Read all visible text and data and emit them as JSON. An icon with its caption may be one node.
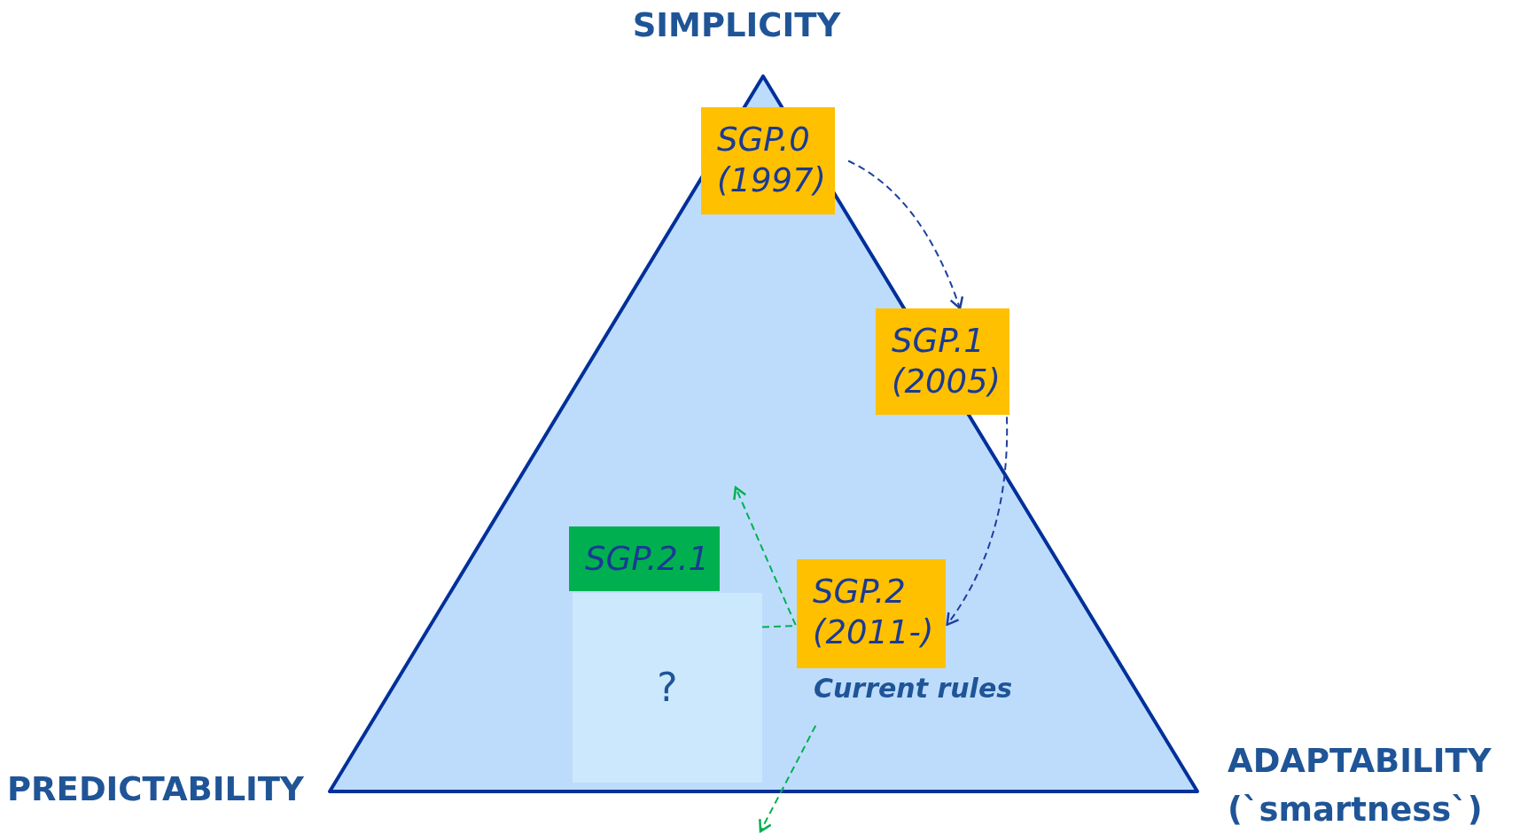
{
  "diagram": {
    "nodes": [
      {
        "text": [
          "SGP.0 (1997)"
        ]
      },
      {
        "text": [
          "SGP.1 (2005)"
        ]
      },
      {
        "text": [
          "SGP.2 (2011-)"
        ]
      },
      {
        "text": [
          "Current rules"
        ]
      },
      {
        "text": [
          "SGP.2.1"
        ]
      },
      {
        "text": [
          "?"
        ]
      }
    ],
    "edges": [
      {
        "from": 0,
        "to": 1,
        "arrow": "to",
        "style": "dashed"
      },
      {
        "from": 1,
        "to": 2,
        "arrow": "to",
        "style": "dashed"
      },
      {
        "from": 5,
        "to": null,
        "arrow": "to",
        "style": "dashed",
        "color": "#00b050"
      },
      {
        "from": 3,
        "to": null,
        "arrow": "to",
        "style": "dashed",
        "color": "#00b050"
      }
    ],
    "labels": [
      "SIMPLICITY",
      "PREDICTABILITY",
      "ADAPTABILITY",
      "(`smartness`)"
    ]
  }
}
